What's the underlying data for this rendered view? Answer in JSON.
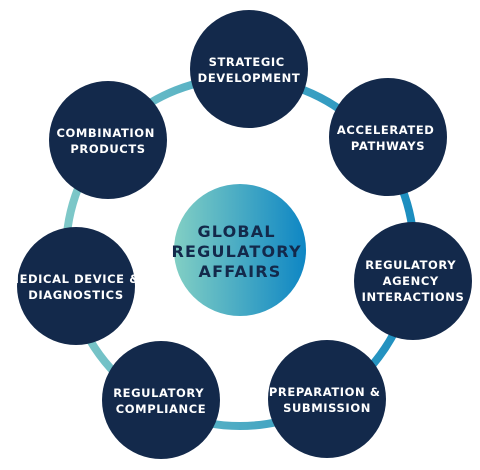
{
  "center": {
    "lines": [
      "GLOBAL",
      "REGULATORY",
      "AFFAIRS"
    ]
  },
  "nodes": [
    {
      "lines": [
        "STRATEGIC",
        "DEVELOPMENT"
      ]
    },
    {
      "lines": [
        "ACCELERATED",
        "PATHWAYS"
      ]
    },
    {
      "lines": [
        "REGULATORY",
        "AGENCY",
        "INTERACTIONS"
      ]
    },
    {
      "lines": [
        "PREPARATION &",
        "SUBMISSION"
      ]
    },
    {
      "lines": [
        "REGULATORY",
        "COMPLIANCE"
      ]
    },
    {
      "lines": [
        "MEDICAL DEVICE &",
        "DIAGNOSTICS"
      ]
    },
    {
      "lines": [
        "COMBINATION",
        "PRODUCTS"
      ]
    }
  ],
  "colors": {
    "node_fill": "#13294b",
    "node_text": "#ffffff",
    "ring_light": "#7ec8c8",
    "ring_dark": "#1b8dbf",
    "center_gradient_start": "#82cfc4",
    "center_gradient_end": "#0e86c4",
    "center_text": "#13294b"
  }
}
